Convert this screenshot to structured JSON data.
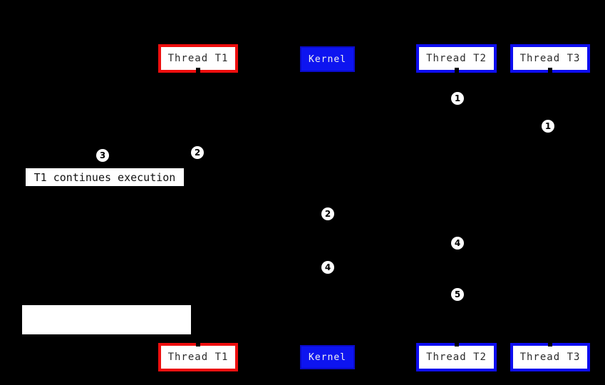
{
  "diagram": {
    "type": "thread-scheduling-sequence-diagram",
    "background_color": "#000000",
    "colors": {
      "t1_border": "#ee0e0e",
      "t2_t3_border": "#0d0df0",
      "kernel_fill": "#0d14f0",
      "box_fill": "#ffffff",
      "box_text": "#2b2b2b",
      "kernel_text": "#f2f2f2",
      "marker_fill": "#ffffff",
      "marker_text": "#000000"
    },
    "actors": {
      "t1": "Thread T1",
      "kernel": "Kernel",
      "t2": "Thread T2",
      "t3": "Thread T3"
    },
    "notes": {
      "t1_continues": "T1 continues execution",
      "blank_label": ""
    },
    "markers": [
      {
        "n": "1"
      },
      {
        "n": "1"
      },
      {
        "n": "2"
      },
      {
        "n": "3"
      },
      {
        "n": "2"
      },
      {
        "n": "4"
      },
      {
        "n": "4"
      },
      {
        "n": "5"
      }
    ]
  }
}
